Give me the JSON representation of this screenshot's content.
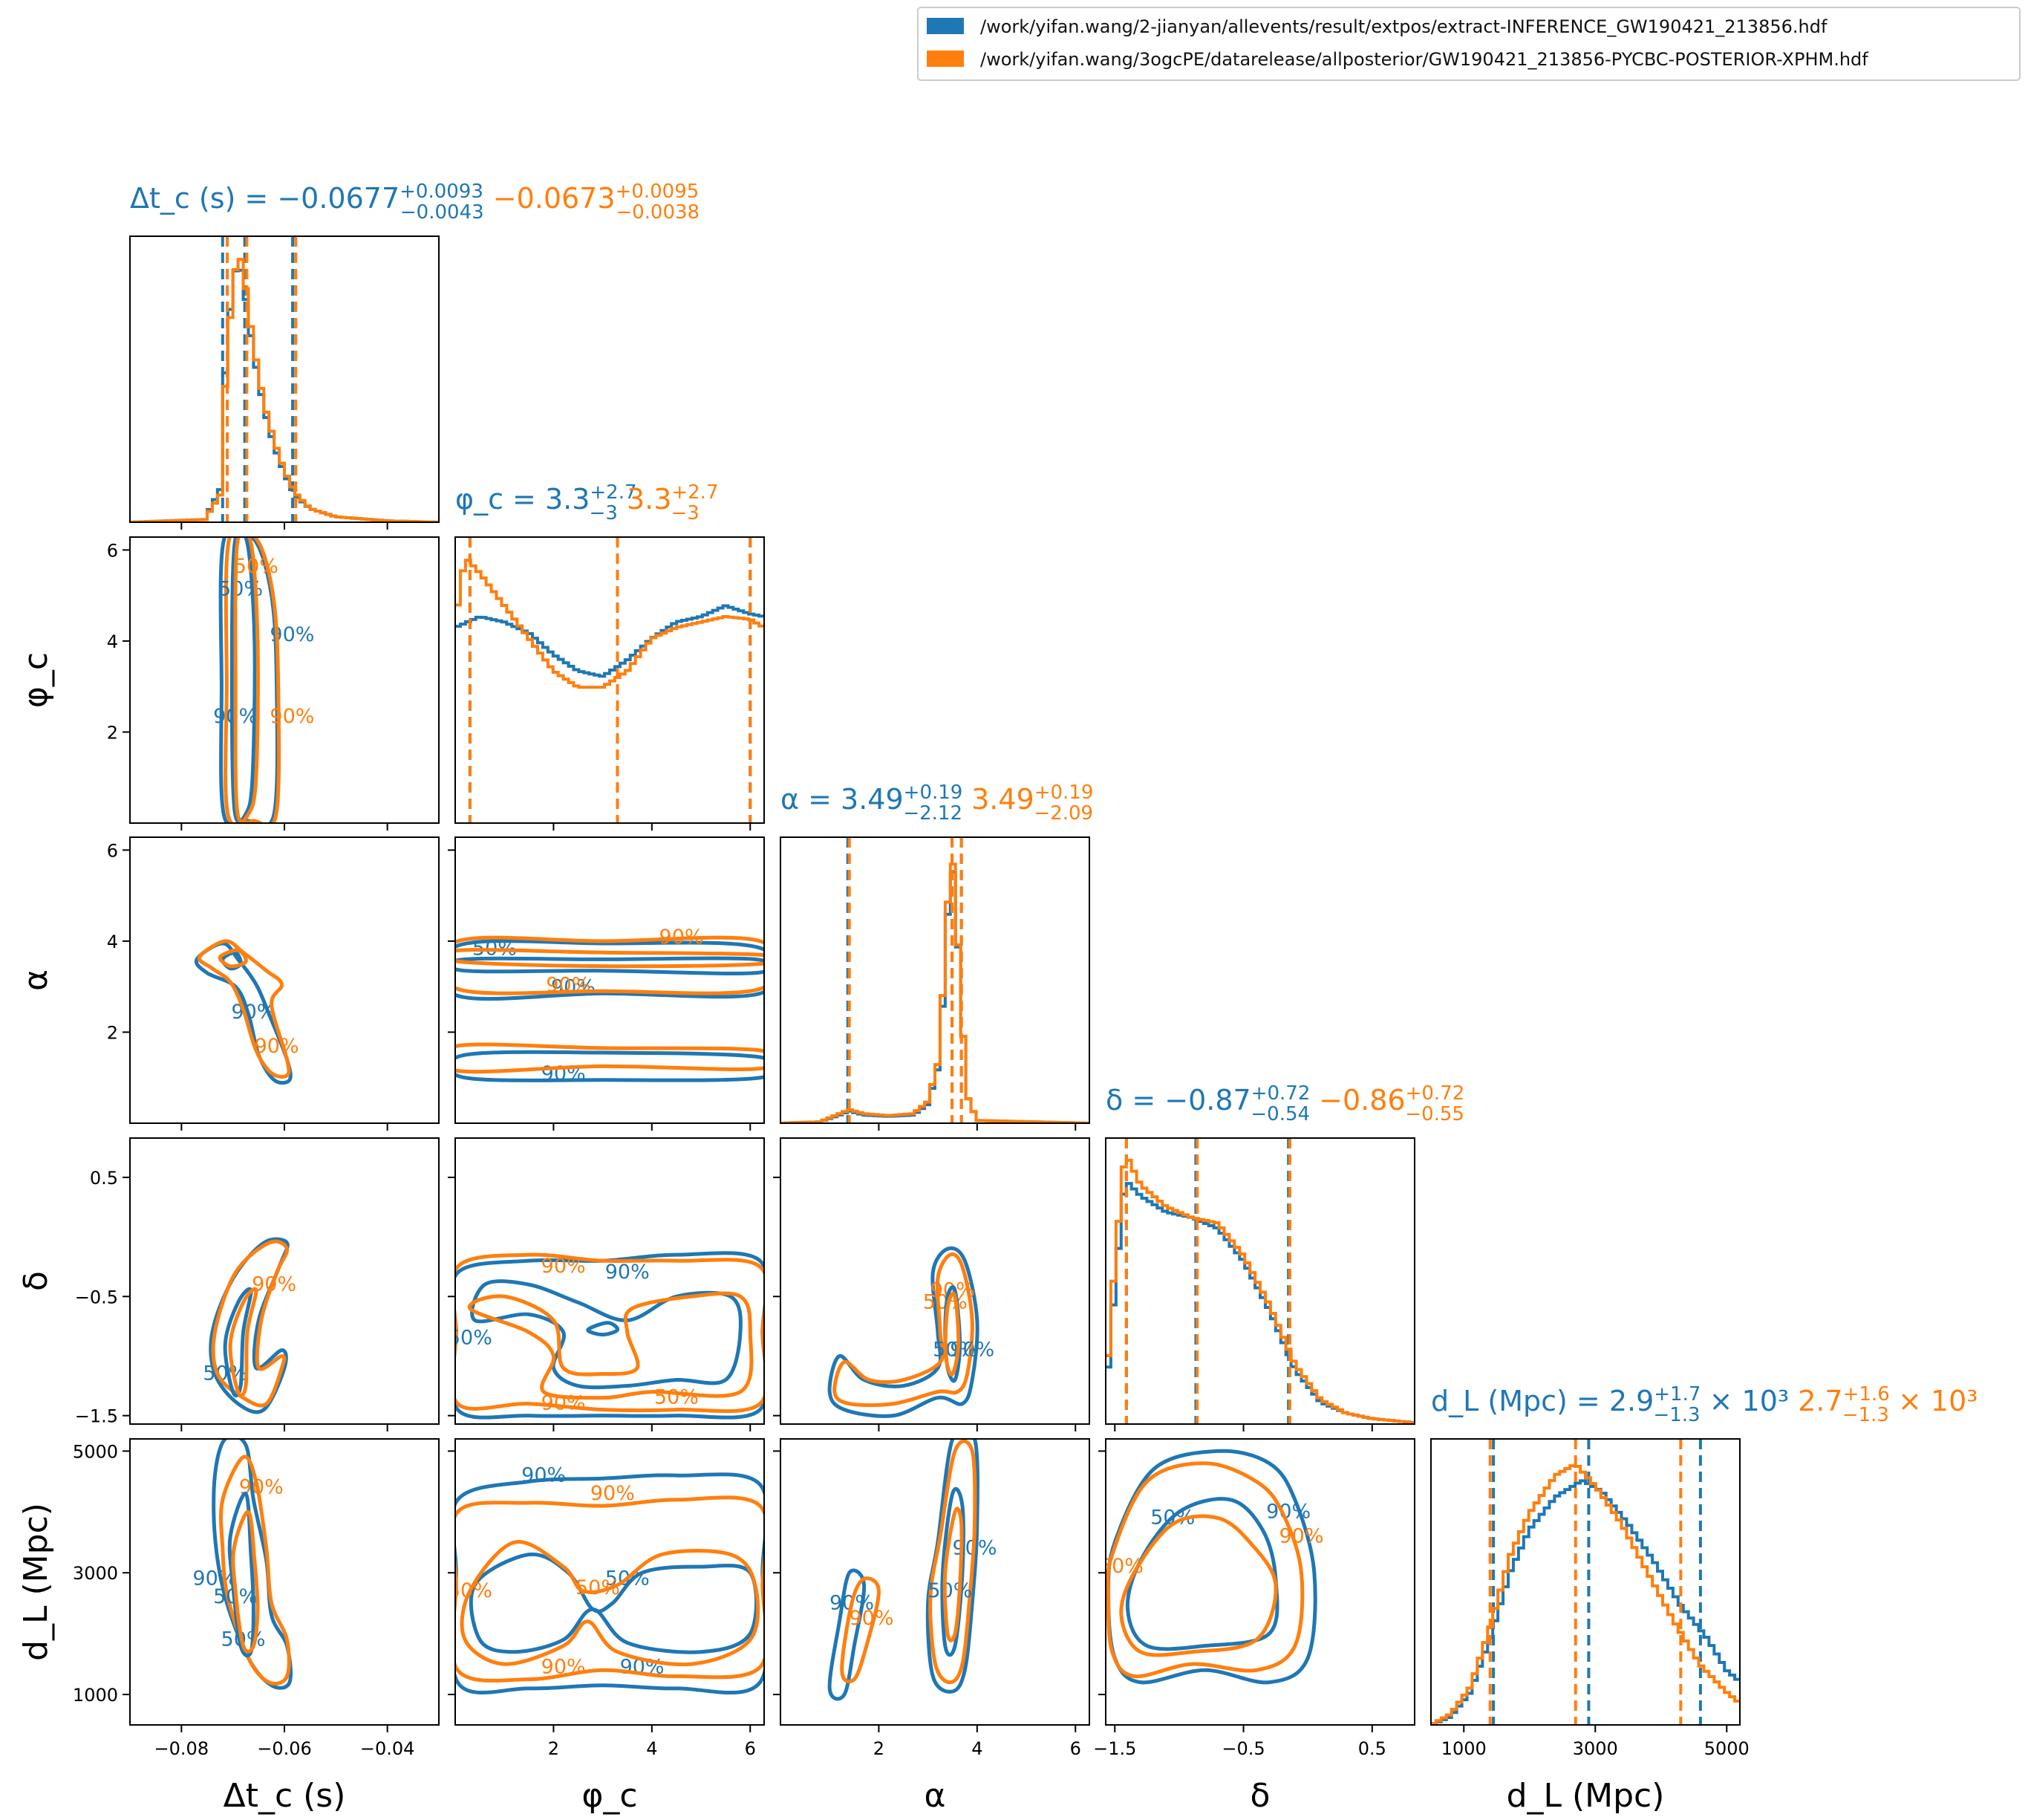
{
  "legend": {
    "entries": [
      {
        "label": "/work/yifan.wang/2-jianyan/allevents/result/extpos/extract-INFERENCE_GW190421_213856.hdf",
        "color": "#1f77b4"
      },
      {
        "label": "/work/yifan.wang/3ogcPE/datarelease/allposterior/GW190421_213856-PYCBC-POSTERIOR-XPHM.hdf",
        "color": "#ff7f0e"
      }
    ]
  },
  "colors": {
    "series1": "#1f77b4",
    "series2": "#ff7f0e"
  },
  "chart_data": {
    "type": "corner",
    "parameters": [
      {
        "key": "dtc",
        "axis_label": "Δt_c (s)",
        "title_label": "Δt_c (s)",
        "range": [
          -0.09,
          -0.03
        ],
        "ticks": [
          -0.08,
          -0.06,
          -0.04
        ],
        "tick_labels": [
          "−0.08",
          "−0.06",
          "−0.04"
        ],
        "summary": [
          {
            "median": "−0.0677",
            "plus": "+0.0093",
            "minus": "−0.0043"
          },
          {
            "median": "−0.0673",
            "plus": "+0.0095",
            "minus": "−0.0038"
          }
        ],
        "quantile_lines": [
          [
            -0.072,
            -0.0677,
            -0.0584
          ],
          [
            -0.0711,
            -0.0673,
            -0.0578
          ]
        ],
        "hist_peaks": [
          [
            [
              -0.09,
              0
            ],
            [
              -0.0755,
              0.01
            ],
            [
              -0.0725,
              0.12
            ],
            [
              -0.0715,
              0.55
            ],
            [
              -0.07,
              0.9
            ],
            [
              -0.0688,
              0.96
            ],
            [
              -0.0675,
              0.82
            ],
            [
              -0.066,
              0.62
            ],
            [
              -0.064,
              0.42
            ],
            [
              -0.062,
              0.28
            ],
            [
              -0.06,
              0.18
            ],
            [
              -0.058,
              0.1
            ],
            [
              -0.055,
              0.05
            ],
            [
              -0.05,
              0.02
            ],
            [
              -0.04,
              0.005
            ],
            [
              -0.03,
              0
            ]
          ],
          [
            [
              -0.09,
              0
            ],
            [
              -0.0755,
              0.01
            ],
            [
              -0.0725,
              0.1
            ],
            [
              -0.0715,
              0.5
            ],
            [
              -0.07,
              0.88
            ],
            [
              -0.0688,
              1.0
            ],
            [
              -0.0675,
              0.86
            ],
            [
              -0.066,
              0.65
            ],
            [
              -0.064,
              0.44
            ],
            [
              -0.062,
              0.3
            ],
            [
              -0.06,
              0.19
            ],
            [
              -0.058,
              0.11
            ],
            [
              -0.055,
              0.05
            ],
            [
              -0.05,
              0.02
            ],
            [
              -0.04,
              0.005
            ],
            [
              -0.03,
              0
            ]
          ]
        ]
      },
      {
        "key": "phic",
        "axis_label": "φ_c",
        "title_label": "φ_c",
        "range": [
          0,
          6.2832
        ],
        "ticks": [
          2,
          4,
          6
        ],
        "tick_labels": [
          "2",
          "4",
          "6"
        ],
        "summary": [
          {
            "median": "3.3",
            "plus": "+2.7",
            "minus": "−3"
          },
          {
            "median": "3.3",
            "plus": "+2.7",
            "minus": "−3"
          }
        ],
        "quantile_lines": [
          [
            0.3,
            3.3,
            6.0
          ],
          [
            0.3,
            3.3,
            6.0
          ]
        ],
        "hist_peaks": [
          [
            [
              0,
              0.72
            ],
            [
              0.5,
              0.76
            ],
            [
              1.0,
              0.74
            ],
            [
              1.5,
              0.7
            ],
            [
              2.0,
              0.62
            ],
            [
              2.5,
              0.56
            ],
            [
              3.0,
              0.54
            ],
            [
              3.5,
              0.6
            ],
            [
              4.0,
              0.68
            ],
            [
              4.5,
              0.74
            ],
            [
              5.0,
              0.76
            ],
            [
              5.5,
              0.8
            ],
            [
              6.0,
              0.77
            ],
            [
              6.28,
              0.76
            ]
          ],
          [
            [
              0,
              0.74
            ],
            [
              0.2,
              0.98
            ],
            [
              0.5,
              0.92
            ],
            [
              1.0,
              0.8
            ],
            [
              1.5,
              0.68
            ],
            [
              2.0,
              0.56
            ],
            [
              2.5,
              0.5
            ],
            [
              3.0,
              0.5
            ],
            [
              3.5,
              0.56
            ],
            [
              4.0,
              0.68
            ],
            [
              4.5,
              0.72
            ],
            [
              5.0,
              0.74
            ],
            [
              5.5,
              0.76
            ],
            [
              6.0,
              0.75
            ],
            [
              6.28,
              0.72
            ]
          ]
        ]
      },
      {
        "key": "alpha",
        "axis_label": "α",
        "title_label": "α",
        "range": [
          0,
          6.2832
        ],
        "ticks": [
          2,
          4,
          6
        ],
        "tick_labels": [
          "2",
          "4",
          "6"
        ],
        "summary": [
          {
            "median": "3.49",
            "plus": "+0.19",
            "minus": "−2.12"
          },
          {
            "median": "3.49",
            "plus": "+0.19",
            "minus": "−2.09"
          }
        ],
        "quantile_lines": [
          [
            1.37,
            3.49,
            3.68
          ],
          [
            1.4,
            3.49,
            3.68
          ]
        ],
        "hist_peaks": [
          [
            [
              0,
              0
            ],
            [
              0.8,
              0.005
            ],
            [
              1.2,
              0.03
            ],
            [
              1.4,
              0.045
            ],
            [
              1.7,
              0.03
            ],
            [
              2.2,
              0.025
            ],
            [
              2.7,
              0.03
            ],
            [
              3.0,
              0.07
            ],
            [
              3.2,
              0.2
            ],
            [
              3.35,
              0.55
            ],
            [
              3.45,
              0.96
            ],
            [
              3.55,
              0.9
            ],
            [
              3.65,
              0.5
            ],
            [
              3.8,
              0.1
            ],
            [
              4.0,
              0.01
            ],
            [
              6.28,
              0
            ]
          ],
          [
            [
              0,
              0
            ],
            [
              0.8,
              0.005
            ],
            [
              1.2,
              0.035
            ],
            [
              1.4,
              0.05
            ],
            [
              1.7,
              0.035
            ],
            [
              2.2,
              0.028
            ],
            [
              2.7,
              0.035
            ],
            [
              3.0,
              0.08
            ],
            [
              3.2,
              0.22
            ],
            [
              3.35,
              0.6
            ],
            [
              3.45,
              1.0
            ],
            [
              3.55,
              0.92
            ],
            [
              3.65,
              0.5
            ],
            [
              3.8,
              0.1
            ],
            [
              4.0,
              0.01
            ],
            [
              6.28,
              0
            ]
          ]
        ]
      },
      {
        "key": "delta",
        "axis_label": "δ",
        "title_label": "δ",
        "range": [
          -1.5708,
          0.83
        ],
        "ticks": [
          -1.5,
          -0.5,
          0.5
        ],
        "tick_labels": [
          "−1.5",
          "−0.5",
          "0.5"
        ],
        "summary": [
          {
            "median": "−0.87",
            "plus": "+0.72",
            "minus": "−0.54"
          },
          {
            "median": "−0.86",
            "plus": "+0.72",
            "minus": "−0.55"
          }
        ],
        "quantile_lines": [
          [
            -1.41,
            -0.87,
            -0.15
          ],
          [
            -1.41,
            -0.86,
            -0.14
          ]
        ],
        "hist_peaks": [
          [
            [
              -1.57,
              0.1
            ],
            [
              -1.5,
              0.5
            ],
            [
              -1.42,
              0.9
            ],
            [
              -1.3,
              0.84
            ],
            [
              -1.1,
              0.78
            ],
            [
              -0.9,
              0.76
            ],
            [
              -0.7,
              0.72
            ],
            [
              -0.5,
              0.6
            ],
            [
              -0.3,
              0.42
            ],
            [
              -0.1,
              0.2
            ],
            [
              0.1,
              0.08
            ],
            [
              0.3,
              0.04
            ],
            [
              0.5,
              0.02
            ],
            [
              0.83,
              0.005
            ]
          ],
          [
            [
              -1.57,
              0.12
            ],
            [
              -1.5,
              0.6
            ],
            [
              -1.42,
              1.0
            ],
            [
              -1.3,
              0.88
            ],
            [
              -1.1,
              0.8
            ],
            [
              -0.9,
              0.76
            ],
            [
              -0.7,
              0.74
            ],
            [
              -0.5,
              0.62
            ],
            [
              -0.3,
              0.44
            ],
            [
              -0.1,
              0.22
            ],
            [
              0.1,
              0.09
            ],
            [
              0.3,
              0.04
            ],
            [
              0.5,
              0.02
            ],
            [
              0.83,
              0.005
            ]
          ]
        ]
      },
      {
        "key": "dl",
        "axis_label": "d_L (Mpc)",
        "title_label": "d_L (Mpc)",
        "range": [
          500,
          5200
        ],
        "ticks": [
          1000,
          3000,
          5000
        ],
        "tick_labels": [
          "1000",
          "3000",
          "5000"
        ],
        "summary": [
          {
            "median": "2.9",
            "plus": "+1.7",
            "minus": "−1.3",
            "suffix": "× 10³"
          },
          {
            "median": "2.7",
            "plus": "+1.6",
            "minus": "−1.3",
            "suffix": "× 10³"
          }
        ],
        "quantile_lines": [
          [
            1450,
            2900,
            4600
          ],
          [
            1400,
            2700,
            4300
          ]
        ],
        "hist_peaks": [
          [
            [
              500,
              0
            ],
            [
              800,
              0.03
            ],
            [
              1100,
              0.12
            ],
            [
              1400,
              0.32
            ],
            [
              1700,
              0.56
            ],
            [
              2000,
              0.72
            ],
            [
              2400,
              0.84
            ],
            [
              2800,
              0.9
            ],
            [
              3100,
              0.86
            ],
            [
              3500,
              0.74
            ],
            [
              3900,
              0.6
            ],
            [
              4300,
              0.44
            ],
            [
              4700,
              0.32
            ],
            [
              5000,
              0.2
            ],
            [
              5200,
              0.16
            ]
          ],
          [
            [
              500,
              0
            ],
            [
              800,
              0.04
            ],
            [
              1100,
              0.14
            ],
            [
              1400,
              0.36
            ],
            [
              1700,
              0.62
            ],
            [
              2000,
              0.78
            ],
            [
              2400,
              0.92
            ],
            [
              2700,
              0.96
            ],
            [
              3000,
              0.88
            ],
            [
              3400,
              0.74
            ],
            [
              3800,
              0.56
            ],
            [
              4200,
              0.38
            ],
            [
              4600,
              0.22
            ],
            [
              5000,
              0.12
            ],
            [
              5200,
              0.08
            ]
          ]
        ]
      }
    ],
    "contour_labels": [
      "50%",
      "90%"
    ],
    "diagonal": "1D histograms with dashed 5%/50%/95% quantile lines",
    "off_diagonal": "2D credible-region contours (50%, 90%)"
  }
}
